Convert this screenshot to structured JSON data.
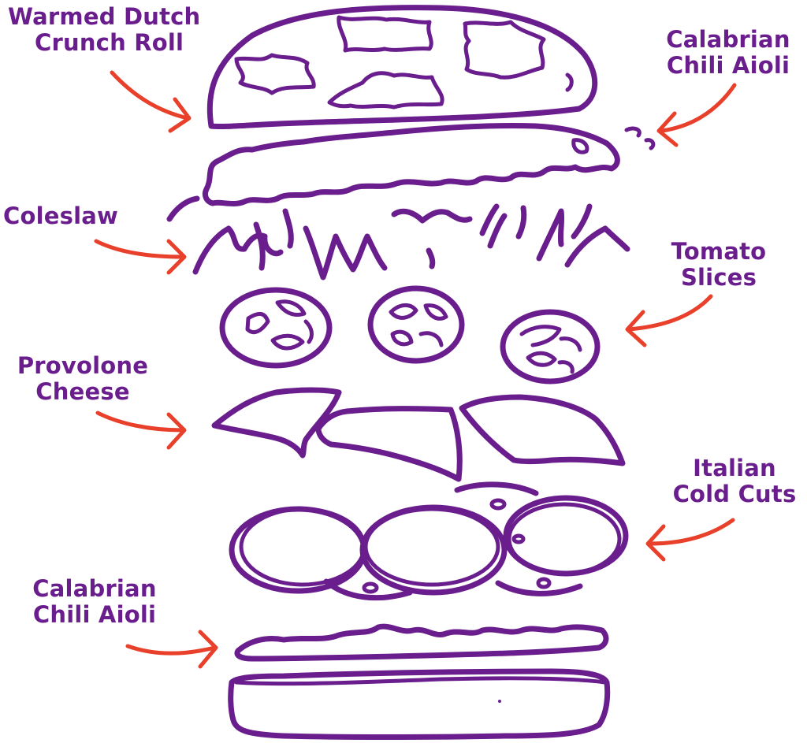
{
  "colors": {
    "ink": "#6a1d8c",
    "arrow": "#e8402b",
    "background": "#ffffff"
  },
  "labels": {
    "roll": {
      "line1": "Warmed Dutch",
      "line2": "Crunch Roll"
    },
    "aioli_top": {
      "line1": "Calabrian",
      "line2": "Chili Aioli"
    },
    "coleslaw": {
      "line1": "Coleslaw"
    },
    "tomato": {
      "line1": "Tomato",
      "line2": "Slices"
    },
    "cheese": {
      "line1": "Provolone",
      "line2": "Cheese"
    },
    "cold_cuts": {
      "line1": "Italian",
      "line2": "Cold Cuts"
    },
    "aioli_bottom": {
      "line1": "Calabrian",
      "line2": "Chili Aioli"
    }
  }
}
